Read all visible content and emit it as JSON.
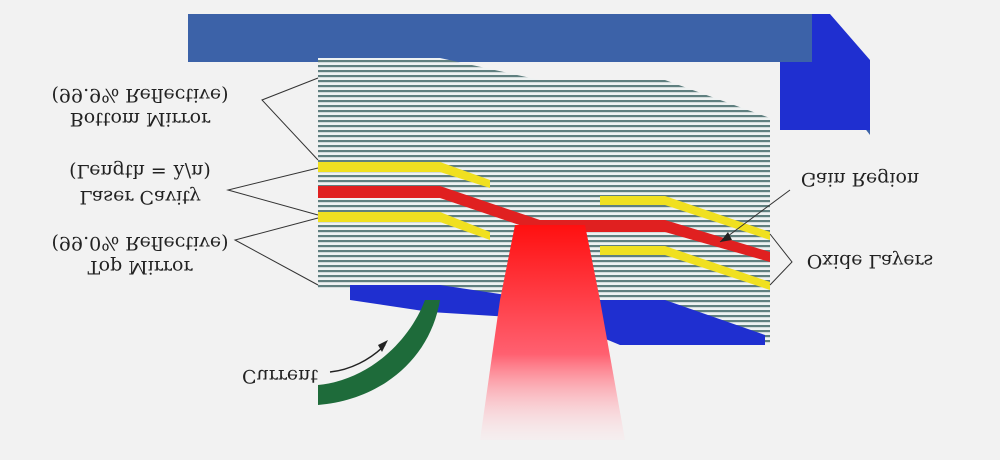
{
  "labels": {
    "bottom_mirror": "Bottom Mirror",
    "bottom_mirror_reflectivity": "(99.9% Reflective)",
    "laser_cavity": "Laser Cavity",
    "laser_cavity_length": "(Length = λ/n)",
    "top_mirror": "Top Mirror",
    "top_mirror_reflectivity": "(99.0% Reflective)",
    "gain_region": "Gain Region",
    "oxide_layers": "Oxide Layers",
    "current": "Current"
  },
  "colors": {
    "substrate": "#2433c8",
    "substrate_edge": "#3a5fa8",
    "mirror_layers": "#6f8f8f",
    "gain": "#e02020",
    "oxide": "#f0e020",
    "beam": "#ff2020",
    "current_arrow": "#1e6b3a"
  }
}
